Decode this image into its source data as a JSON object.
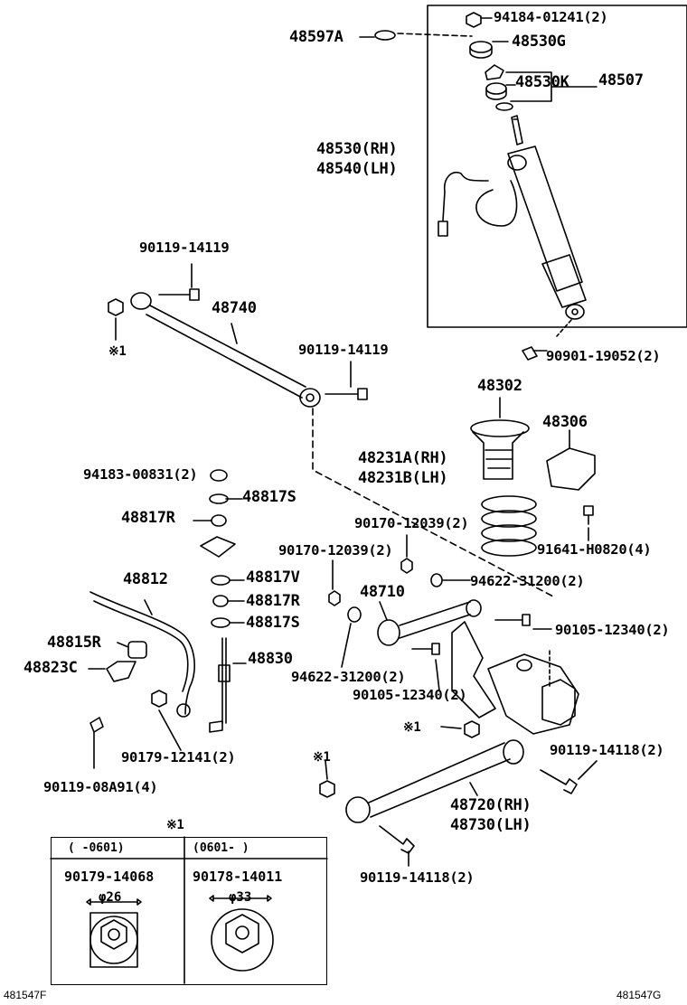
{
  "labels": {
    "p94184": "94184-01241(2)",
    "p48530g": "48530G",
    "p48597a": "48597A",
    "p48530k": "48530K",
    "p48507": "48507",
    "p48530rh": "48530(RH)",
    "p48540lh": "48540(LH)",
    "p90119_top": "90119-14119",
    "p48740": "48740",
    "note1_left": "※1",
    "p90119_mid": "90119-14119",
    "p90901": "90901-19052(2)",
    "p48302": "48302",
    "p48306": "48306",
    "p48231a": "48231A(RH)",
    "p48231b": "48231B(LH)",
    "p94183": "94183-00831(2)",
    "p48817s_a": "48817S",
    "p48817r_a": "48817R",
    "p90170_a": "90170-12039(2)",
    "p90170_b": "90170-12039(2)",
    "p91641": "91641-H0820(4)",
    "p48812": "48812",
    "p48817v": "48817V",
    "p48710": "48710",
    "p94622_a": "94622-31200(2)",
    "p48817r_b": "48817R",
    "p90105_a": "90105-12340(2)",
    "p48815r": "48815R",
    "p48817s_b": "48817S",
    "p48823c": "48823C",
    "p48830": "48830",
    "p94622_b": "94622-31200(2)",
    "p90105_b": "90105-12340(2)",
    "note1_mid": "※1",
    "p90179_12141": "90179-12141(2)",
    "p90119_14118_a": "90119-14118(2)",
    "note1_low": "※1",
    "p90119_08a91": "90119-08A91(4)",
    "p48720": "48720(RH)",
    "p48730": "48730(LH)",
    "note1_table": "※1",
    "p90119_14118_b": "90119-14118(2)"
  },
  "table": {
    "col1_header": "(   -0601)",
    "col2_header": "(0601-   )",
    "col1_part": "90179-14068",
    "col2_part": "90178-14011",
    "col1_dim": "φ26",
    "col2_dim": "φ33"
  },
  "figure_codes": {
    "left": "481547F",
    "right": "481547G"
  }
}
